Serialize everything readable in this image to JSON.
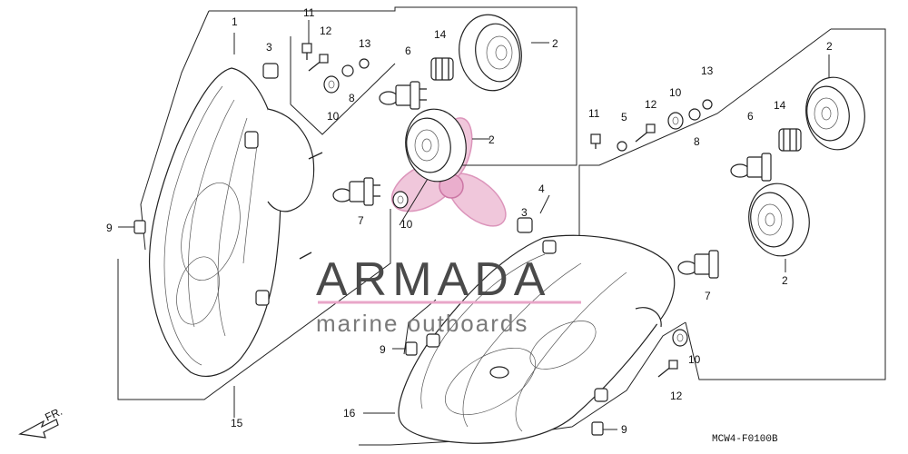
{
  "diagram": {
    "labels": {
      "n1": "1",
      "n2": "2",
      "n3": "3",
      "n5": "5",
      "n6": "6",
      "n7": "7",
      "n8": "8",
      "n9": "9",
      "n10": "10",
      "n11": "11",
      "n12": "12",
      "n13": "13",
      "n14": "14",
      "n15": "15",
      "n16": "16"
    },
    "front_arrow_label": "FR.",
    "diagram_code": "MCW4-F0100B"
  },
  "watermark": {
    "brand": "ARMADA",
    "tagline": "marine outboards",
    "colors": {
      "propeller": "#e8a6c8",
      "text": "#4a4a4a"
    }
  }
}
